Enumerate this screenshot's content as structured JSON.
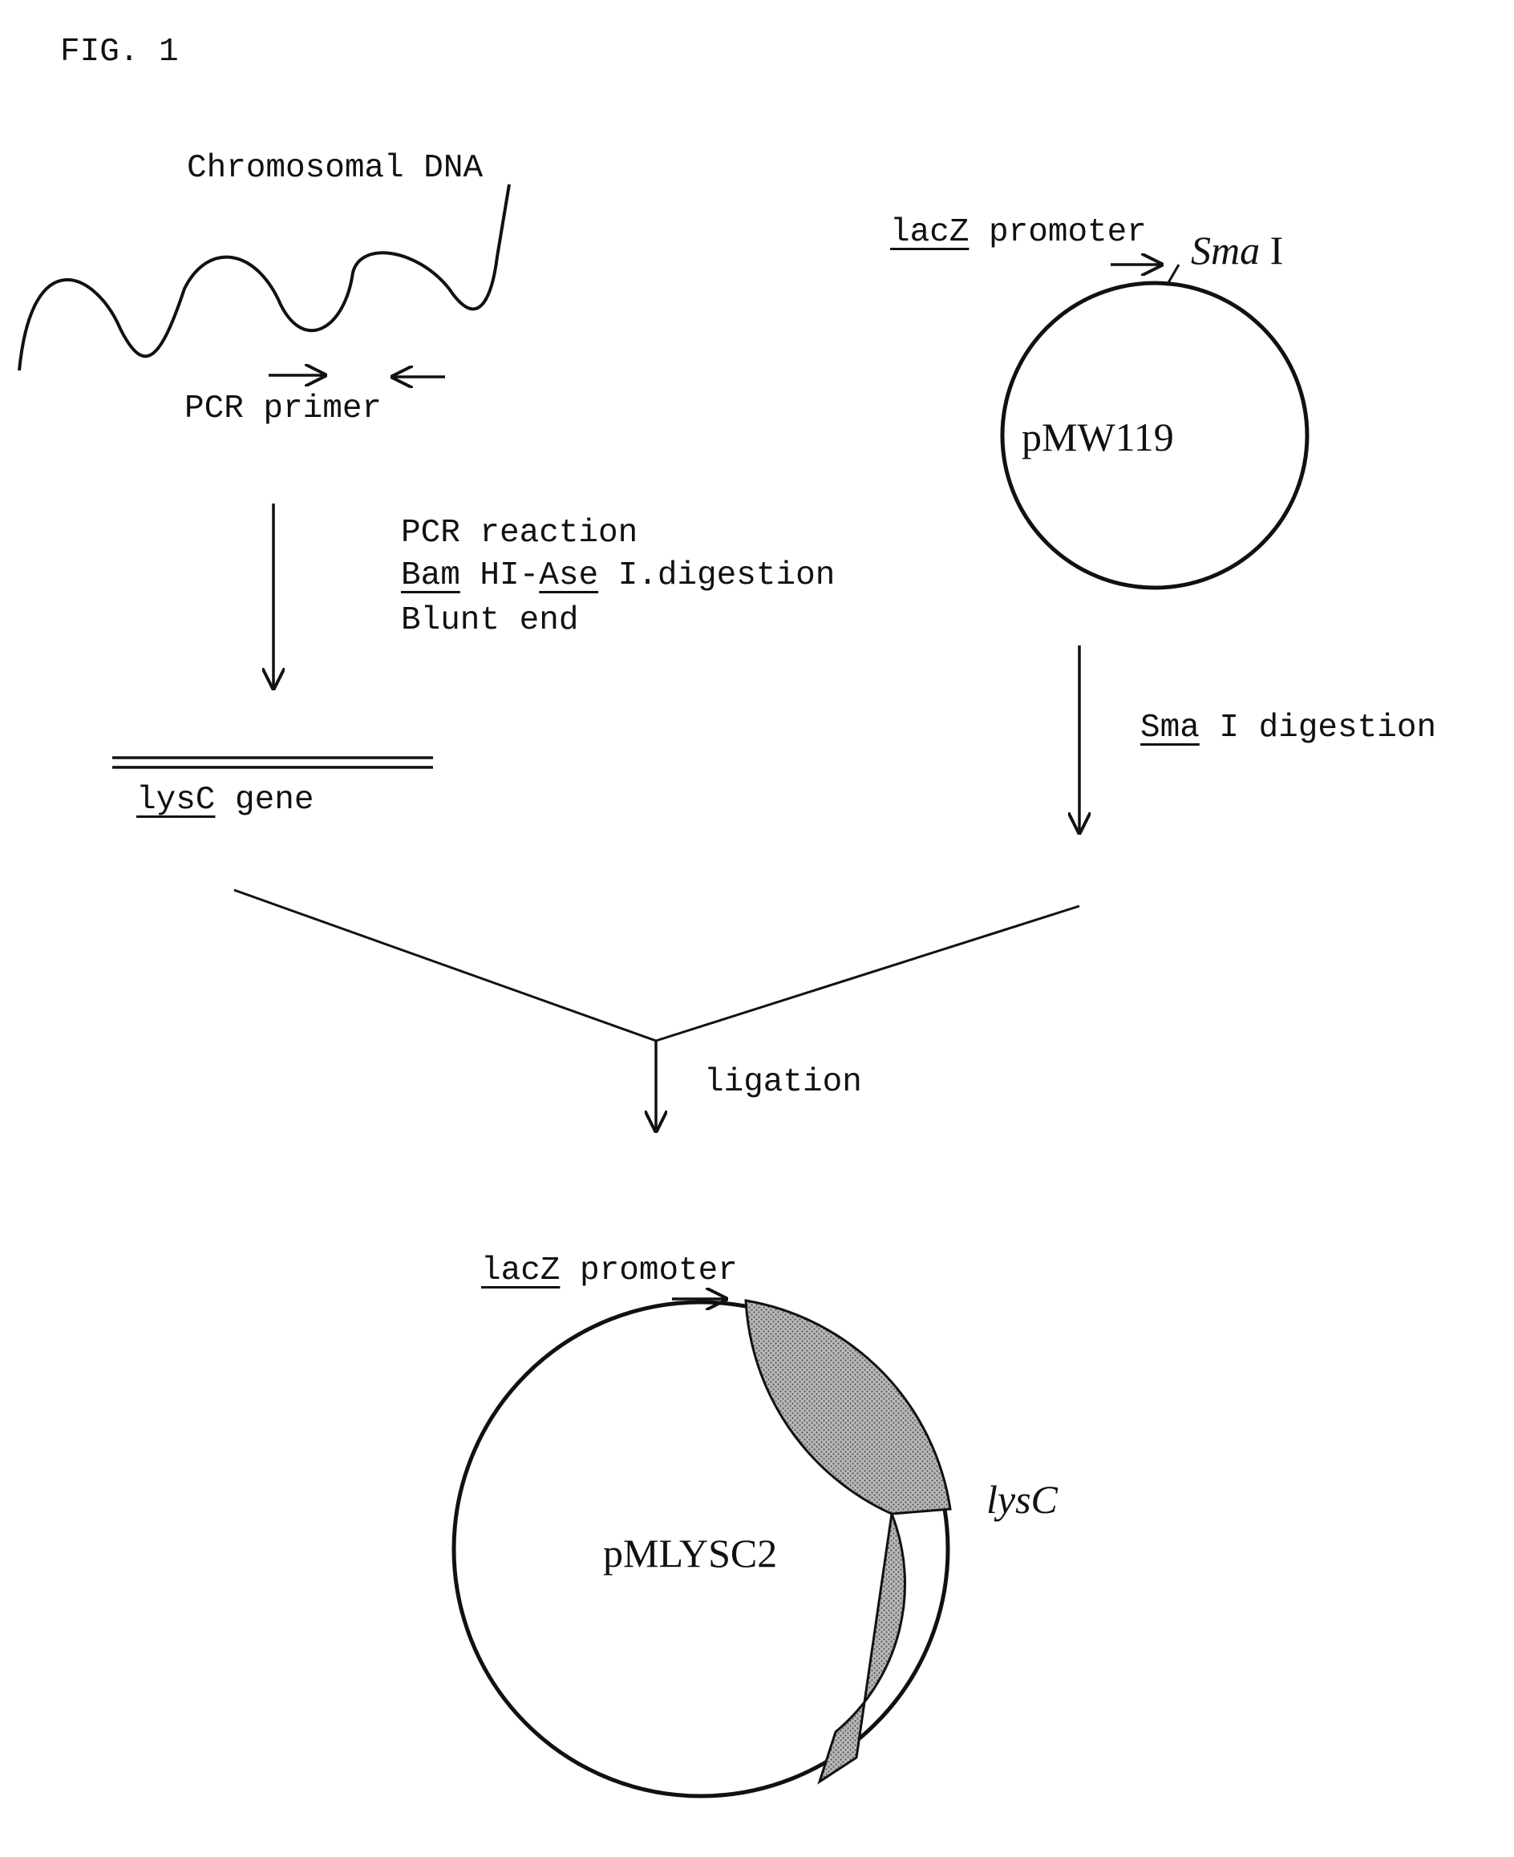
{
  "figure_label": "FIG. 1",
  "chromosomal_dna": "Chromosomal DNA",
  "pcr_primer": "PCR primer",
  "pcr_steps": {
    "line1": "PCR reaction",
    "line2": {
      "a": "Bam",
      "b": " HI-",
      "c": "Ase",
      "d": " I.digestion"
    },
    "line3": "Blunt end"
  },
  "lysc_gene": {
    "a": "lysC",
    "b": " gene"
  },
  "vector": {
    "promoter": {
      "a": "lacZ",
      "b": " promoter"
    },
    "site": {
      "a": "Sma",
      "b": " I"
    },
    "name": "pMW119"
  },
  "sma_digestion": {
    "a": "Sma",
    "b": " I digestion"
  },
  "ligation": "ligation",
  "product": {
    "promoter": {
      "a": "lacZ",
      "b": " promoter"
    },
    "insert": "lysC",
    "name": "pMLYSC2"
  },
  "colors": {
    "ink": "#111111",
    "insert_fill": "#9a9a9a",
    "background": "#ffffff"
  }
}
